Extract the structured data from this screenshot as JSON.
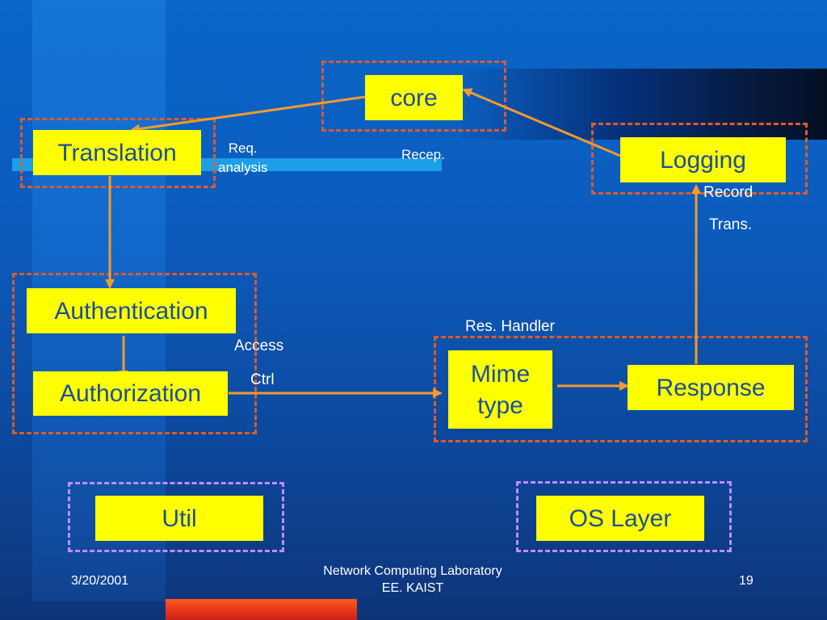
{
  "boxes": {
    "core": "core",
    "translation": "Translation",
    "logging": "Logging",
    "authentication": "Authentication",
    "authorization": "Authorization",
    "mime_type": [
      "Mime",
      "type"
    ],
    "response": "Response",
    "util": "Util",
    "os_layer": "OS Layer"
  },
  "labels": {
    "req_analysis": [
      "Req.",
      "analysis"
    ],
    "recep": "Recep.",
    "record": "Record",
    "trans": "Trans.",
    "res_handler": "Res. Handler",
    "access": "Access",
    "ctrl": "Ctrl"
  },
  "footer": {
    "date": "3/20/2001",
    "org_line1": "Network Computing Laboratory",
    "org_line2": "EE. KAIST",
    "page_number": "19"
  },
  "colors": {
    "box_fill": "#ffff00",
    "box_text": "#1a4f9c",
    "arrow": "#f29a2e",
    "group_dashed": "#e05a28",
    "group_dashed_secondary": "#c08cff"
  }
}
